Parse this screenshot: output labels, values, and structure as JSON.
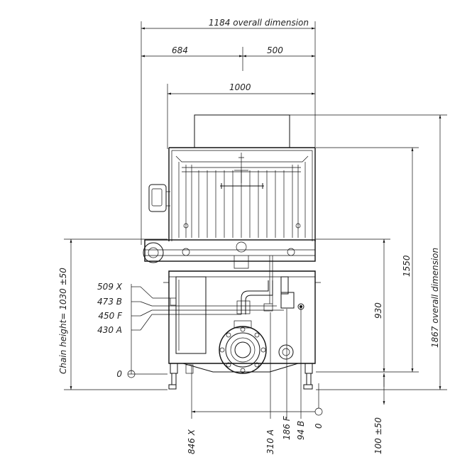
{
  "dimensions": {
    "overall_width": "1184 overall dimension",
    "left_part": "684",
    "right_part": "500",
    "machine_width": "1000",
    "overall_height": "1867 overall dimension",
    "height_1550": "1550",
    "height_930": "930",
    "chain_height": "Chain height= 1030 ±50",
    "foot_height": "100 ±50"
  },
  "connections_vertical": [
    {
      "label": "509 X"
    },
    {
      "label": "473 B"
    },
    {
      "label": "450 F"
    },
    {
      "label": "430 A"
    },
    {
      "label": "0"
    }
  ],
  "connections_horizontal": [
    {
      "label": "846 X"
    },
    {
      "label": "310 A"
    },
    {
      "label": "186 F"
    },
    {
      "label": "94 B"
    },
    {
      "label": "0"
    }
  ]
}
